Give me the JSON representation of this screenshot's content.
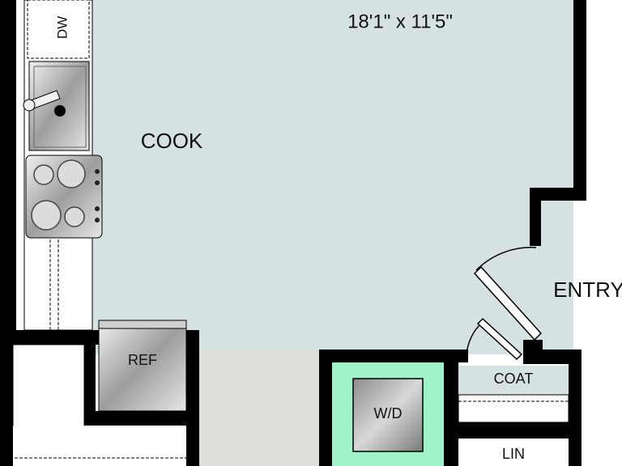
{
  "floorplan": {
    "dimensions": "18'1\" x 11'5\"",
    "rooms": {
      "cook": "COOK",
      "entry": "ENTRY",
      "coat": "COAT",
      "lin": "LIN"
    },
    "appliances": {
      "dishwasher": "DW",
      "refrigerator": "REF",
      "washer_dryer": "W/D"
    }
  },
  "colors": {
    "living_floor": "#d6e2e2",
    "bath_floor": "#dedfda",
    "wall": "#000000",
    "wd_highlight": "#9ff2c8",
    "appliance_steel": "#b9b9b9"
  }
}
